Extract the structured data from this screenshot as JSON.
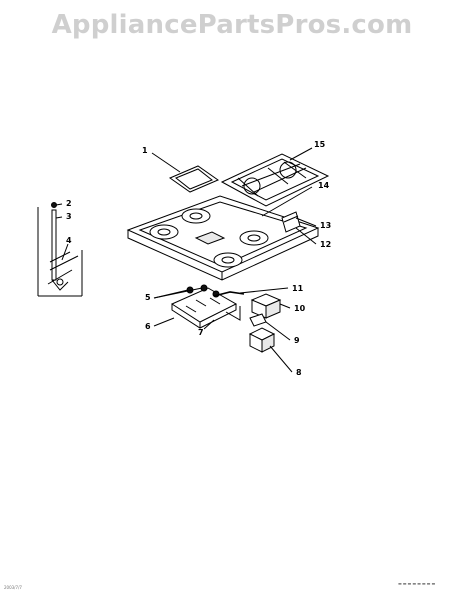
{
  "watermark": "AppliancePartsPros.com",
  "callouts": [
    {
      "id": "c1",
      "label": "1"
    },
    {
      "id": "c2",
      "label": "2"
    },
    {
      "id": "c3",
      "label": "3"
    },
    {
      "id": "c4",
      "label": "4"
    },
    {
      "id": "c5",
      "label": "5"
    },
    {
      "id": "c6",
      "label": "6"
    },
    {
      "id": "c7",
      "label": "7"
    },
    {
      "id": "c8",
      "label": "8"
    },
    {
      "id": "c9",
      "label": "9"
    },
    {
      "id": "c10",
      "label": "10"
    },
    {
      "id": "c11",
      "label": "11"
    },
    {
      "id": "c12",
      "label": "12"
    },
    {
      "id": "c13",
      "label": "13"
    },
    {
      "id": "c14",
      "label": "14"
    },
    {
      "id": "c15",
      "label": "15"
    }
  ],
  "footer": {
    "left_code": "2003/7/7",
    "right_code": "▬▬▬▬▬▬▬▬"
  }
}
